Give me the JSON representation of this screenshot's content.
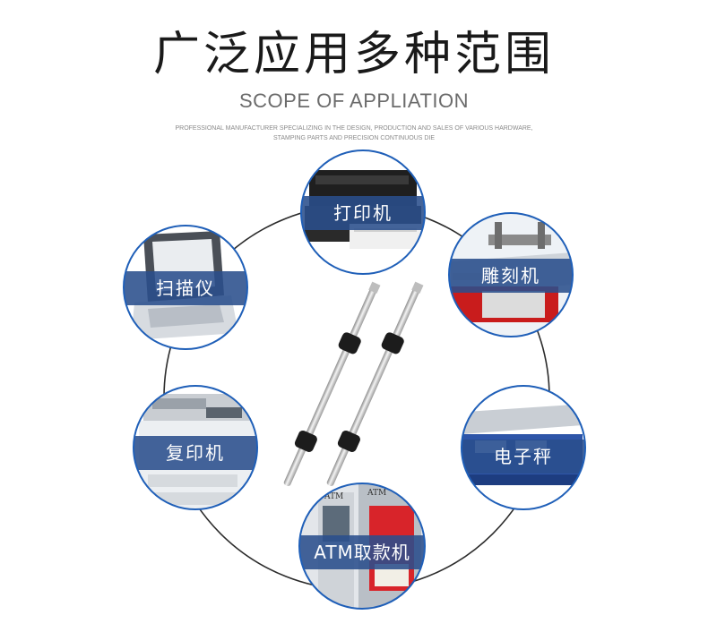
{
  "header": {
    "title": "广泛应用多种范围",
    "subtitle": "SCOPE OF APPLIATION",
    "description_line1": "PROFESSIONAL MANUFACTURER SPECIALIZING IN THE DESIGN, PRODUCTION AND SALES OF VARIOUS HARDWARE,",
    "description_line2": "STAMPING PARTS AND PRECISION CONTINUOUS DIE"
  },
  "applications": [
    {
      "label": "打印机",
      "icon": "printer-icon"
    },
    {
      "label": "雕刻机",
      "icon": "engraving-machine-icon"
    },
    {
      "label": "扫描仪",
      "icon": "scanner-icon"
    },
    {
      "label": "复印机",
      "icon": "copier-icon"
    },
    {
      "label": "电子秤",
      "icon": "electronic-scale-icon"
    },
    {
      "label": "ATM取款机",
      "icon": "atm-icon"
    }
  ],
  "atm_photo_text": "ATM",
  "colors": {
    "label_band": "#2a4f8c",
    "circle_border": "#1f5fb8",
    "ring": "#2b2b2b"
  }
}
